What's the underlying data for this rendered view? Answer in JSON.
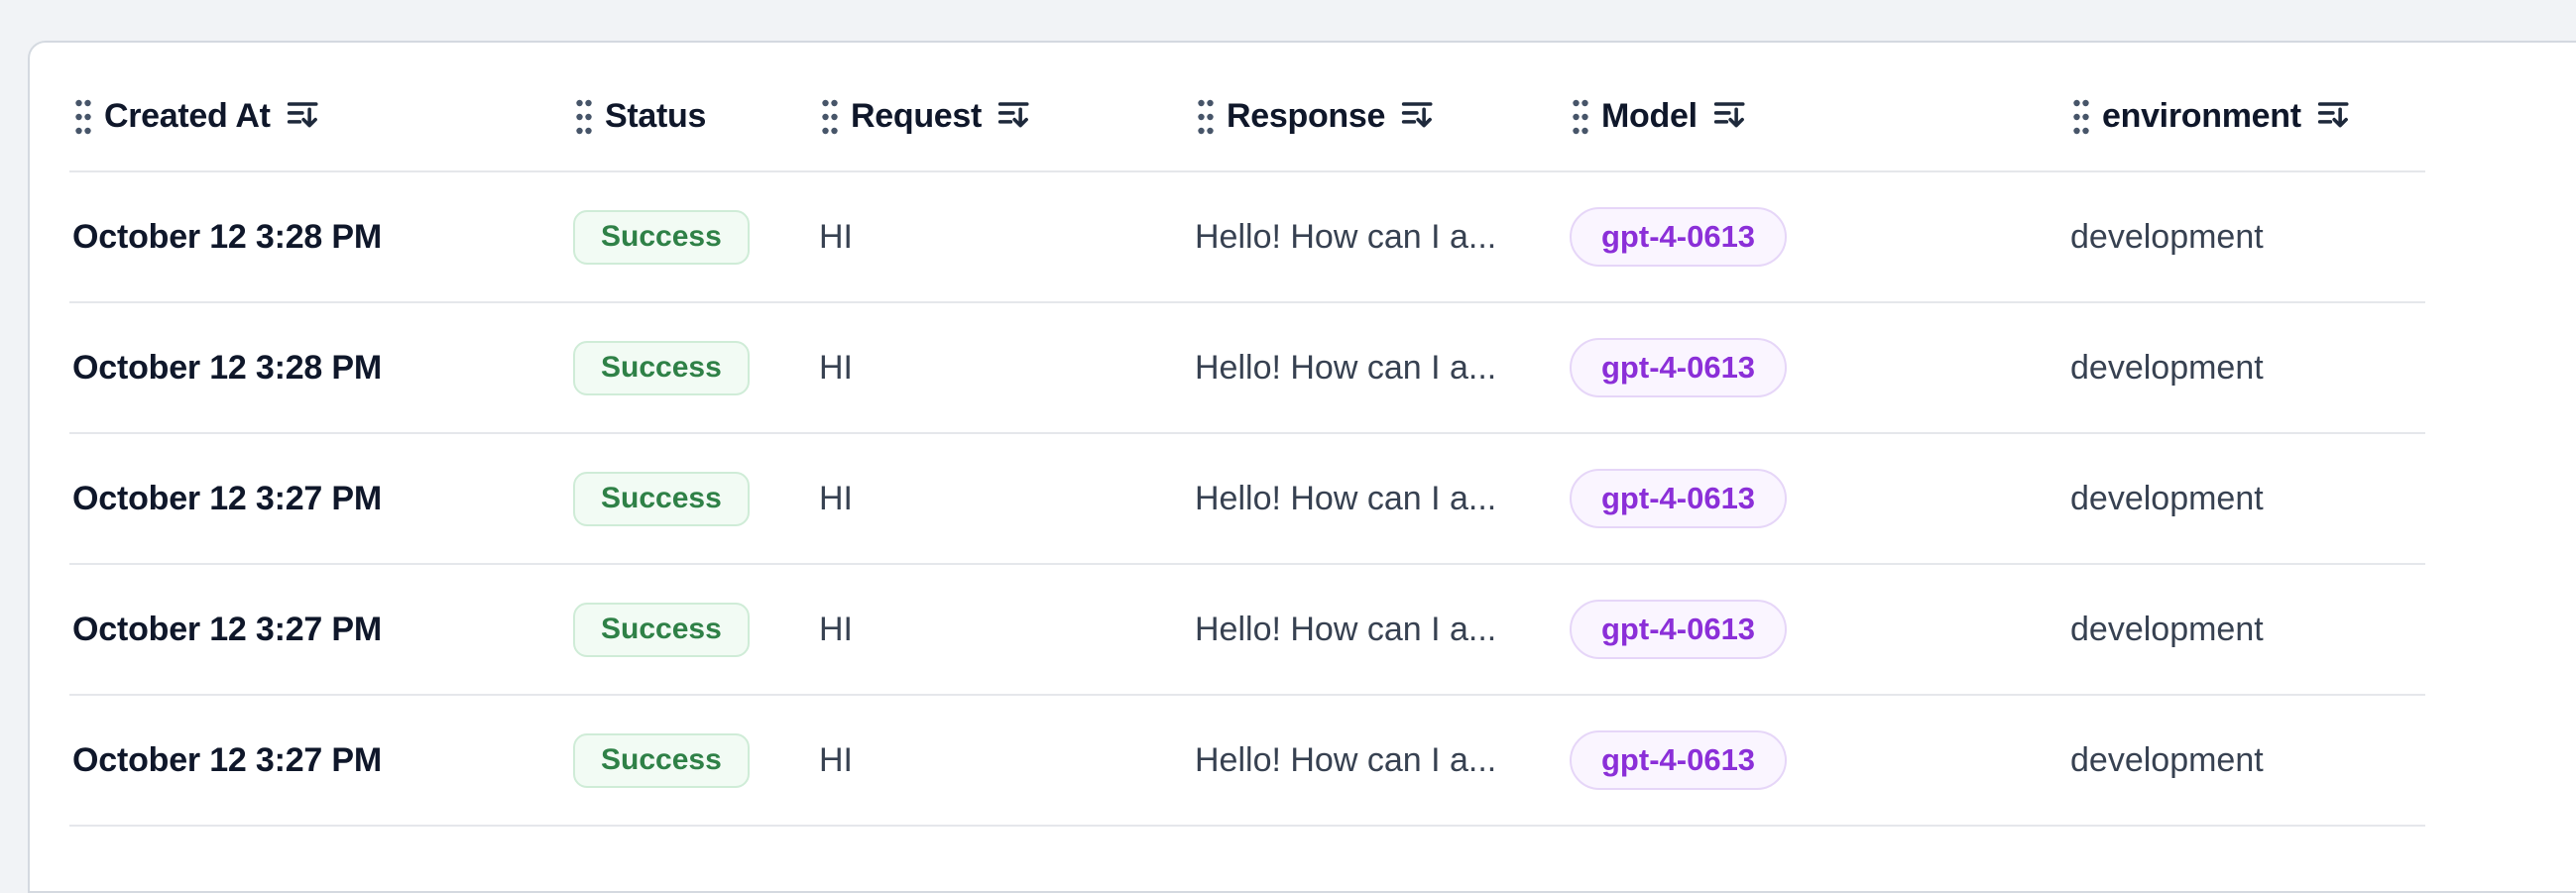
{
  "table": {
    "columns": [
      {
        "id": "created_at",
        "label": "Created At",
        "sortable": true
      },
      {
        "id": "status",
        "label": "Status",
        "sortable": false
      },
      {
        "id": "request",
        "label": "Request",
        "sortable": true
      },
      {
        "id": "response",
        "label": "Response",
        "sortable": true
      },
      {
        "id": "model",
        "label": "Model",
        "sortable": true
      },
      {
        "id": "environment",
        "label": "environment",
        "sortable": true
      }
    ],
    "rows": [
      {
        "created_at": "October 12 3:28 PM",
        "status": "Success",
        "request": "HI",
        "response": "Hello! How can I a...",
        "model": "gpt-4-0613",
        "environment": "development"
      },
      {
        "created_at": "October 12 3:28 PM",
        "status": "Success",
        "request": "HI",
        "response": "Hello! How can I a...",
        "model": "gpt-4-0613",
        "environment": "development"
      },
      {
        "created_at": "October 12 3:27 PM",
        "status": "Success",
        "request": "HI",
        "response": "Hello! How can I a...",
        "model": "gpt-4-0613",
        "environment": "development"
      },
      {
        "created_at": "October 12 3:27 PM",
        "status": "Success",
        "request": "HI",
        "response": "Hello! How can I a...",
        "model": "gpt-4-0613",
        "environment": "development"
      },
      {
        "created_at": "October 12 3:27 PM",
        "status": "Success",
        "request": "HI",
        "response": "Hello! How can I a...",
        "model": "gpt-4-0613",
        "environment": "development"
      }
    ]
  },
  "colors": {
    "page_background": "#f1f3f6",
    "card_border": "#d4d9e0",
    "divider": "#e5e7eb",
    "header_text": "#0f172a",
    "primary_text": "#0f172a",
    "secondary_text": "#374151",
    "success_badge": {
      "background": "#f2fbf4",
      "border": "#cfecd7",
      "text": "#2f8147"
    },
    "model_badge": {
      "background": "#faf5ff",
      "border": "#e6d6f8",
      "text": "#8b2fd8"
    }
  }
}
